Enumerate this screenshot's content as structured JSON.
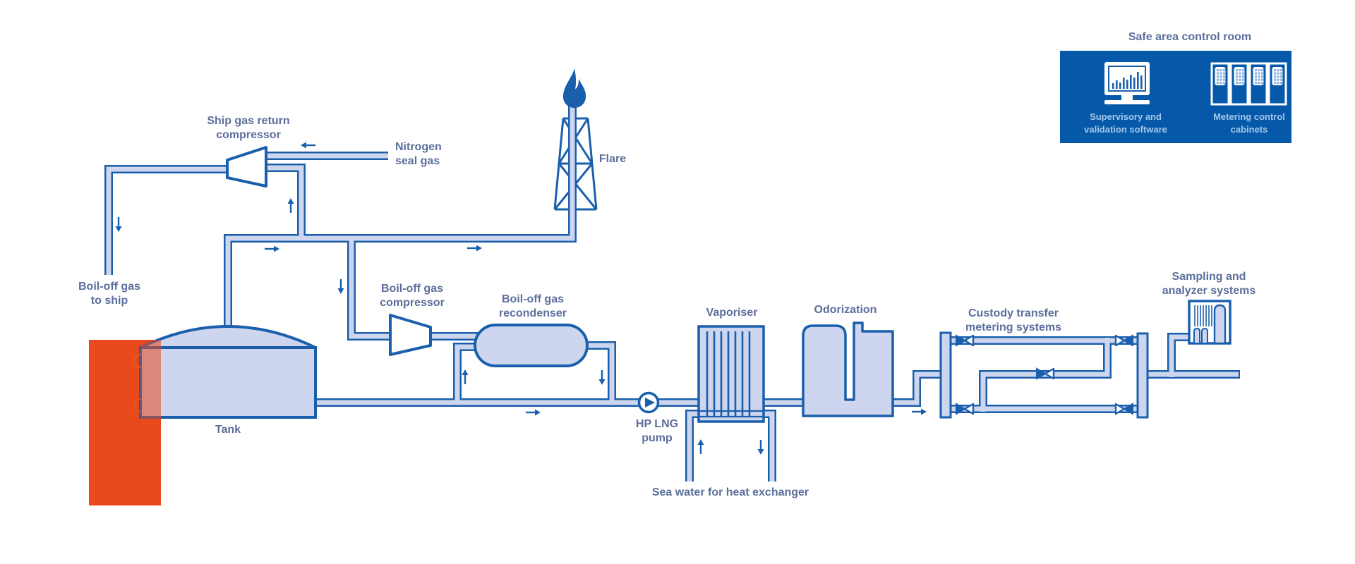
{
  "diagram": {
    "labels": {
      "ship_gas_return_compressor": "Ship gas return\ncompressor",
      "nitrogen_seal_gas": "Nitrogen\nseal gas",
      "flare": "Flare",
      "boil_off_gas_to_ship": "Boil-off gas\nto ship",
      "boil_off_gas_compressor": "Boil-off gas\ncompressor",
      "boil_off_gas_recondenser": "Boil-off gas\nrecondenser",
      "tank": "Tank",
      "hp_lng_pump": "HP LNG\npump",
      "vaporiser": "Vaporiser",
      "sea_water": "Sea water for heat exchanger",
      "odorization": "Odorization",
      "custody_transfer": "Custody transfer\nmetering systems",
      "sampling_analyzer": "Sampling and\nanalyzer systems"
    },
    "control_room": {
      "title": "Safe area control room",
      "supervisory": "Supervisory and\nvalidation software",
      "metering_cabinets": "Metering control\ncabinets"
    },
    "colors": {
      "line_blue": "#1A5FAC",
      "pipe_fill": "#CDD6EE",
      "alarm_orange": "#E8491D",
      "label_text": "#5B6E9B",
      "control_box_blue": "#0659A9",
      "control_box_text": "#A4C8EB"
    }
  }
}
